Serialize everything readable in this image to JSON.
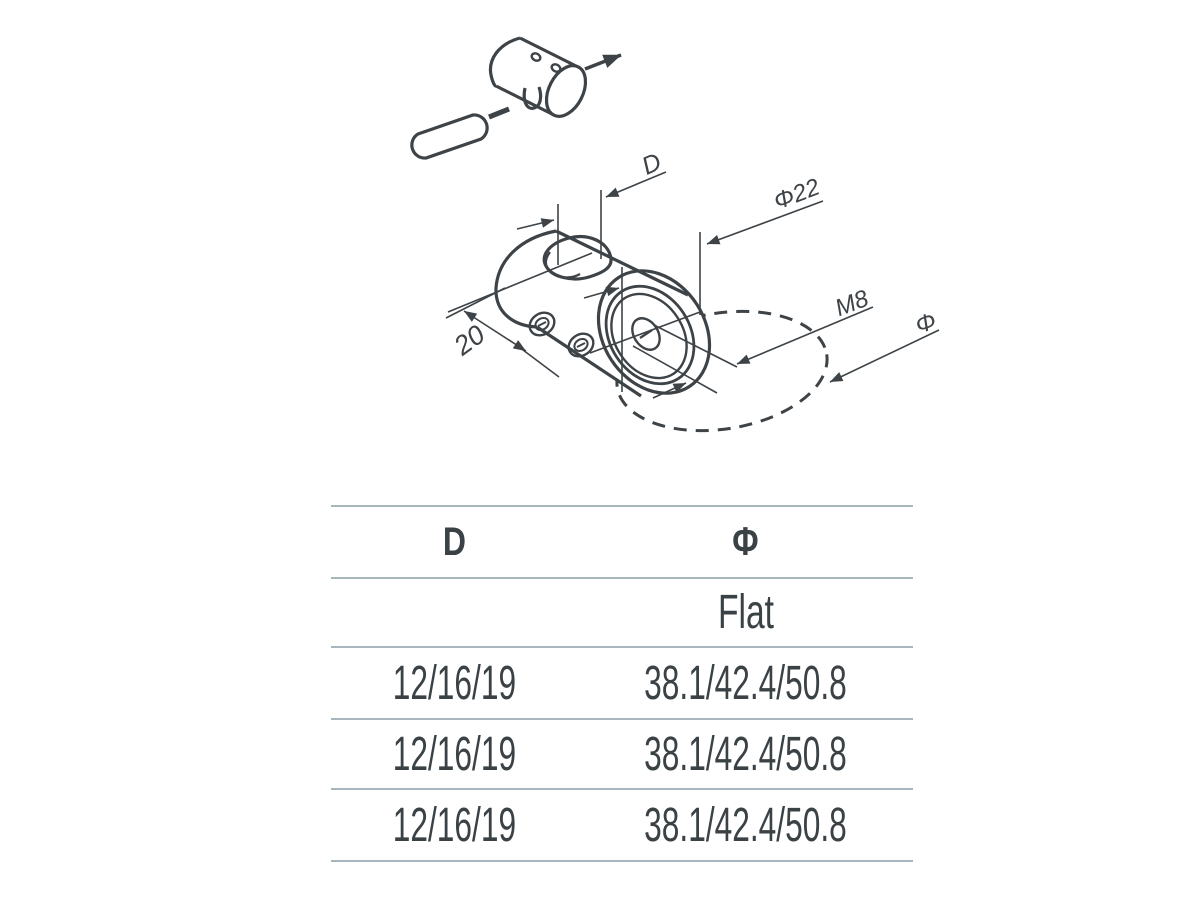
{
  "drawing": {
    "labels": {
      "d": "D",
      "twenty": "20",
      "phi22": "Φ22",
      "m8": "M8",
      "phi": "Φ"
    }
  },
  "table": {
    "headers": [
      "D",
      "Φ"
    ],
    "rows": [
      [
        "",
        "Flat"
      ],
      [
        "12/16/19",
        "38.1/42.4/50.8"
      ],
      [
        "12/16/19",
        "38.1/42.4/50.8"
      ],
      [
        "12/16/19",
        "38.1/42.4/50.8"
      ]
    ]
  },
  "colors": {
    "line_art": "#3d4347",
    "table_rule": "#aab6bd",
    "text": "#3b4246",
    "background": "#ffffff"
  }
}
